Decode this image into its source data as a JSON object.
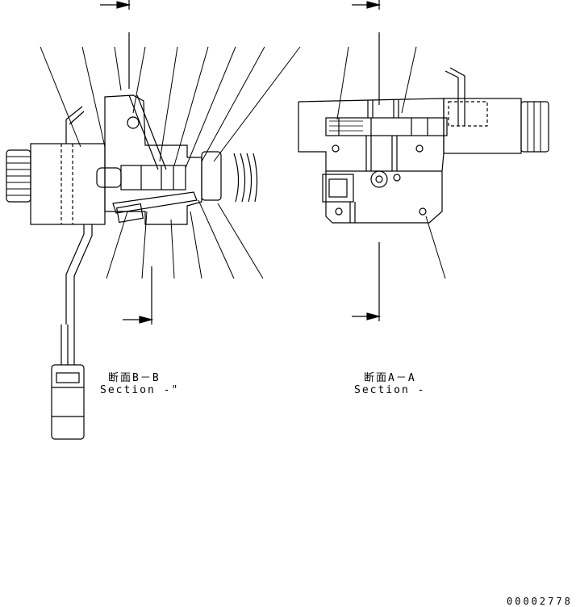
{
  "section_bb": {
    "caption_jp": "断面B－B",
    "caption_en": "Section -\""
  },
  "section_aa": {
    "caption_jp": "断面A－A",
    "caption_en": "Section -"
  },
  "drawing_number": "00002778",
  "colors": {
    "line": "#000000",
    "background": "#ffffff"
  }
}
